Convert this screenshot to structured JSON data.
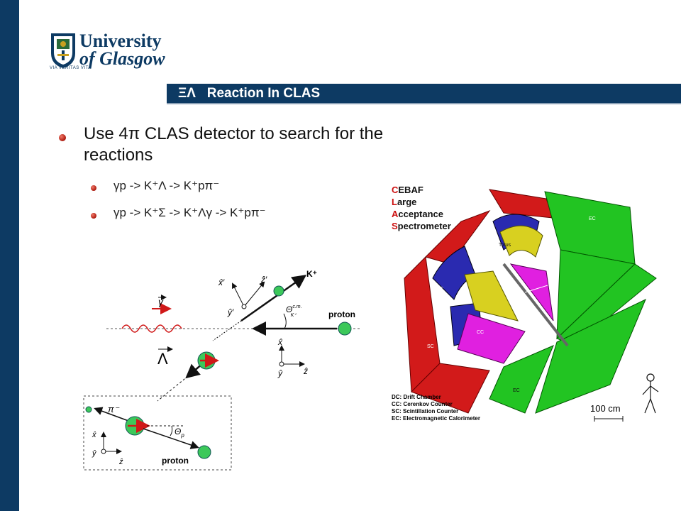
{
  "logo": {
    "line1": "University",
    "line2": "of Glasgow",
    "motto": "VIA VERITAS VITA"
  },
  "title": {
    "symbol": "ΞΛ",
    "text": "Reaction In CLAS"
  },
  "bullets": {
    "main": "Use 4π CLAS detector to search for the reactions",
    "sub1": "γp -> K⁺Λ   -> K⁺pπ⁻",
    "sub2": "γp -> K⁺Σ   -> K⁺Λγ   ->   K⁺pπ⁻"
  },
  "kinematics_diagram": {
    "labels": {
      "kplus": "K⁺",
      "proton_target": "proton",
      "gamma": "γ",
      "lambda": "Λ",
      "pi_minus": "π⁻",
      "proton_decay": "proton",
      "theta_cm": "Θ",
      "theta_cm_sup": "c.m.",
      "theta_cm_sub": "K⁺",
      "theta_p": "Θ",
      "theta_p_sub": "p",
      "xhat_prime": "x̂′",
      "yhat_prime": "ŷ′",
      "zhat_prime": "ẑ′",
      "xhat": "x̂",
      "yhat": "ŷ",
      "zhat": "ẑ"
    }
  },
  "detector_diagram": {
    "acronym": [
      {
        "letter": "C",
        "rest": "EBAF"
      },
      {
        "letter": "L",
        "rest": "arge"
      },
      {
        "letter": "A",
        "rest": "cceptance"
      },
      {
        "letter": "S",
        "rest": "pectrometer"
      }
    ],
    "labels": {
      "ec": "EC",
      "torus": "Torus",
      "dc": "DC",
      "cc": "CC",
      "sc": "SC",
      "scale": "100 cm"
    },
    "legend": [
      "DC: Drift Chamber",
      "CC: Cerenkov Counter",
      "SC: Scintillation Counter",
      "EC: Electromagnetic Calorimeter"
    ],
    "colors": {
      "ec": "#22c422",
      "sc": "#d21a1a",
      "dc": "#2a2ab0",
      "cc": "#e020e0",
      "torus": "#d8d020",
      "accent": "#cc1010"
    }
  }
}
